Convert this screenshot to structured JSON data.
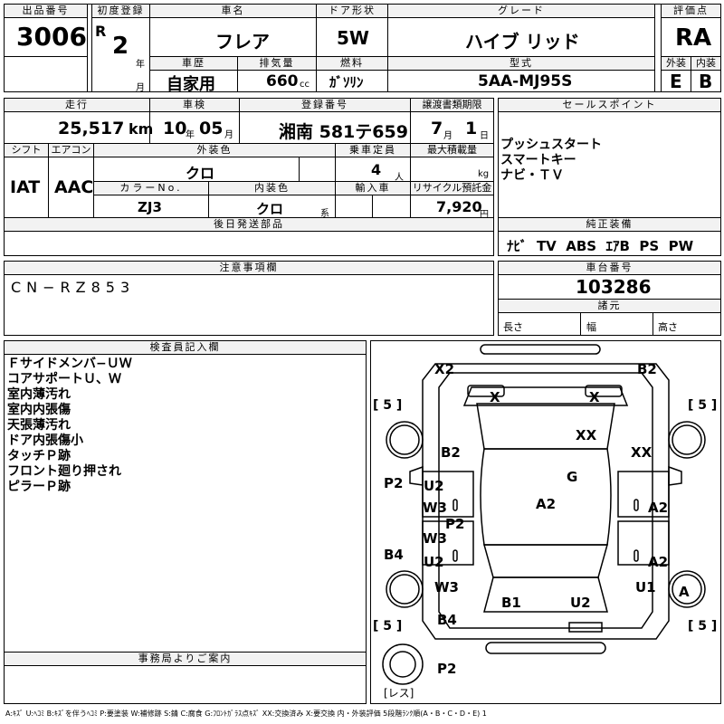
{
  "header": {
    "lot_label": "出品番号",
    "lot_no": "3006",
    "first_reg_label": "初度登録",
    "era": "R",
    "year": "2",
    "year_unit": "年",
    "month_unit": "月",
    "car_name_label": "車名",
    "car_name": "フレア",
    "door_label": "ドア形状",
    "door": "5W",
    "grade_label": "グレード",
    "grade": "ハイブ リッド",
    "score_label": "評価点",
    "score": "RA",
    "history_label": "車歴",
    "history": "自家用",
    "displacement_label": "排気量",
    "displacement": "660",
    "displacement_unit": "cc",
    "fuel_label": "燃料",
    "fuel": "ｶﾞｿﾘﾝ",
    "model_label": "型式",
    "model": "5AA-MJ95S",
    "ext_label": "外装",
    "ext_grade": "E",
    "int_label": "内装",
    "int_grade": "B"
  },
  "spec": {
    "mileage_label": "走行",
    "mileage": "25,517",
    "mileage_unit": "km",
    "inspection_label": "車検",
    "insp_year": "10",
    "insp_year_unit": "年",
    "insp_month": "05",
    "insp_month_unit": "月",
    "plate_label": "登録番号",
    "plate": "湘南 581テ659",
    "transfer_label": "譲渡書類期限",
    "transfer_month": "7",
    "transfer_month_unit": "月",
    "transfer_day": "1",
    "transfer_day_unit": "日",
    "shift_label": "シフト",
    "shift": "IAT",
    "ac_label": "エアコン",
    "ac": "AAC",
    "ext_color_label": "外装色",
    "ext_color": "クロ",
    "capacity_label": "乗車定員",
    "capacity": "4",
    "capacity_unit": "人",
    "max_load_label": "最大積載量",
    "max_load_unit": "kg",
    "color_no_label": "カラーNo.",
    "color_no": "ZJ3",
    "int_color_label": "内装色",
    "int_color": "クロ",
    "int_color_unit": "系",
    "import_label": "輸入車",
    "recycle_label": "リサイクル預託金",
    "recycle": "7,920",
    "recycle_unit": "円",
    "later_parts_label": "後日発送部品"
  },
  "sales": {
    "label": "セールスポイント",
    "points": [
      "プッシュスタート",
      "スマートキー",
      "ナビ・ＴＶ"
    ]
  },
  "equipment": {
    "label": "純正装備",
    "items": "ﾅﾋﾞ  TV  ABS  ｴｱB  PS  PW"
  },
  "notes": {
    "label": "注意事項欄",
    "text": "CN−RZ853"
  },
  "chassis": {
    "label": "車台番号",
    "number": "103286",
    "dims_label": "諸元",
    "length_label": "長さ",
    "width_label": "幅",
    "height_label": "高さ"
  },
  "inspector": {
    "label": "検査員記入欄",
    "lines": [
      "Ｆサイドメンバ−ＵＷ",
      "コアサポートＵ、Ｗ",
      "室内薄汚れ",
      "室内内張傷",
      "天張薄汚れ",
      "ドア内張傷小",
      "タッチＰ跡",
      "フロント廻り押され",
      "ピラーＰ跡"
    ]
  },
  "office": {
    "label": "事務局よりご案内"
  },
  "diagram": {
    "marks": {
      "x2": "X2",
      "b2_tr": "B2",
      "x_l": "X",
      "x_r": "X",
      "xx1": "XX",
      "xx2": "XX",
      "b2_l": "B2",
      "g": "G",
      "p2_l": "P2",
      "u2_a": "U2",
      "w3_a": "W3",
      "a2_c": "A2",
      "a2_r1": "A2",
      "p2_c": "P2",
      "w3_b": "W3",
      "b4_l": "B4",
      "u2_b": "U2",
      "a2_r2": "A2",
      "w3_c": "W3",
      "u1": "U1",
      "a_circ": "A",
      "b1": "B1",
      "u2_c": "U2",
      "b4_b": "B4",
      "p2_b": "P2"
    },
    "fives": [
      "[ 5 ]",
      "[ 5 ]",
      "[ 5 ]",
      "[ 5 ]"
    ],
    "spare_label": "[レス]"
  },
  "legend": "A:ｷｽﾞ U:ﾍｺﾐ B:ｷｽﾞを伴うﾍｺﾐ P:要塗装 W:補修跡 S:錆 C:腐食 G:ﾌﾛﾝﾄｶﾞﾗｽ点ｷｽﾞ XX:交換済み X:要交換 内・外装評価 5段階ﾗﾝｸ順(A・B・C・D・E) 1"
}
